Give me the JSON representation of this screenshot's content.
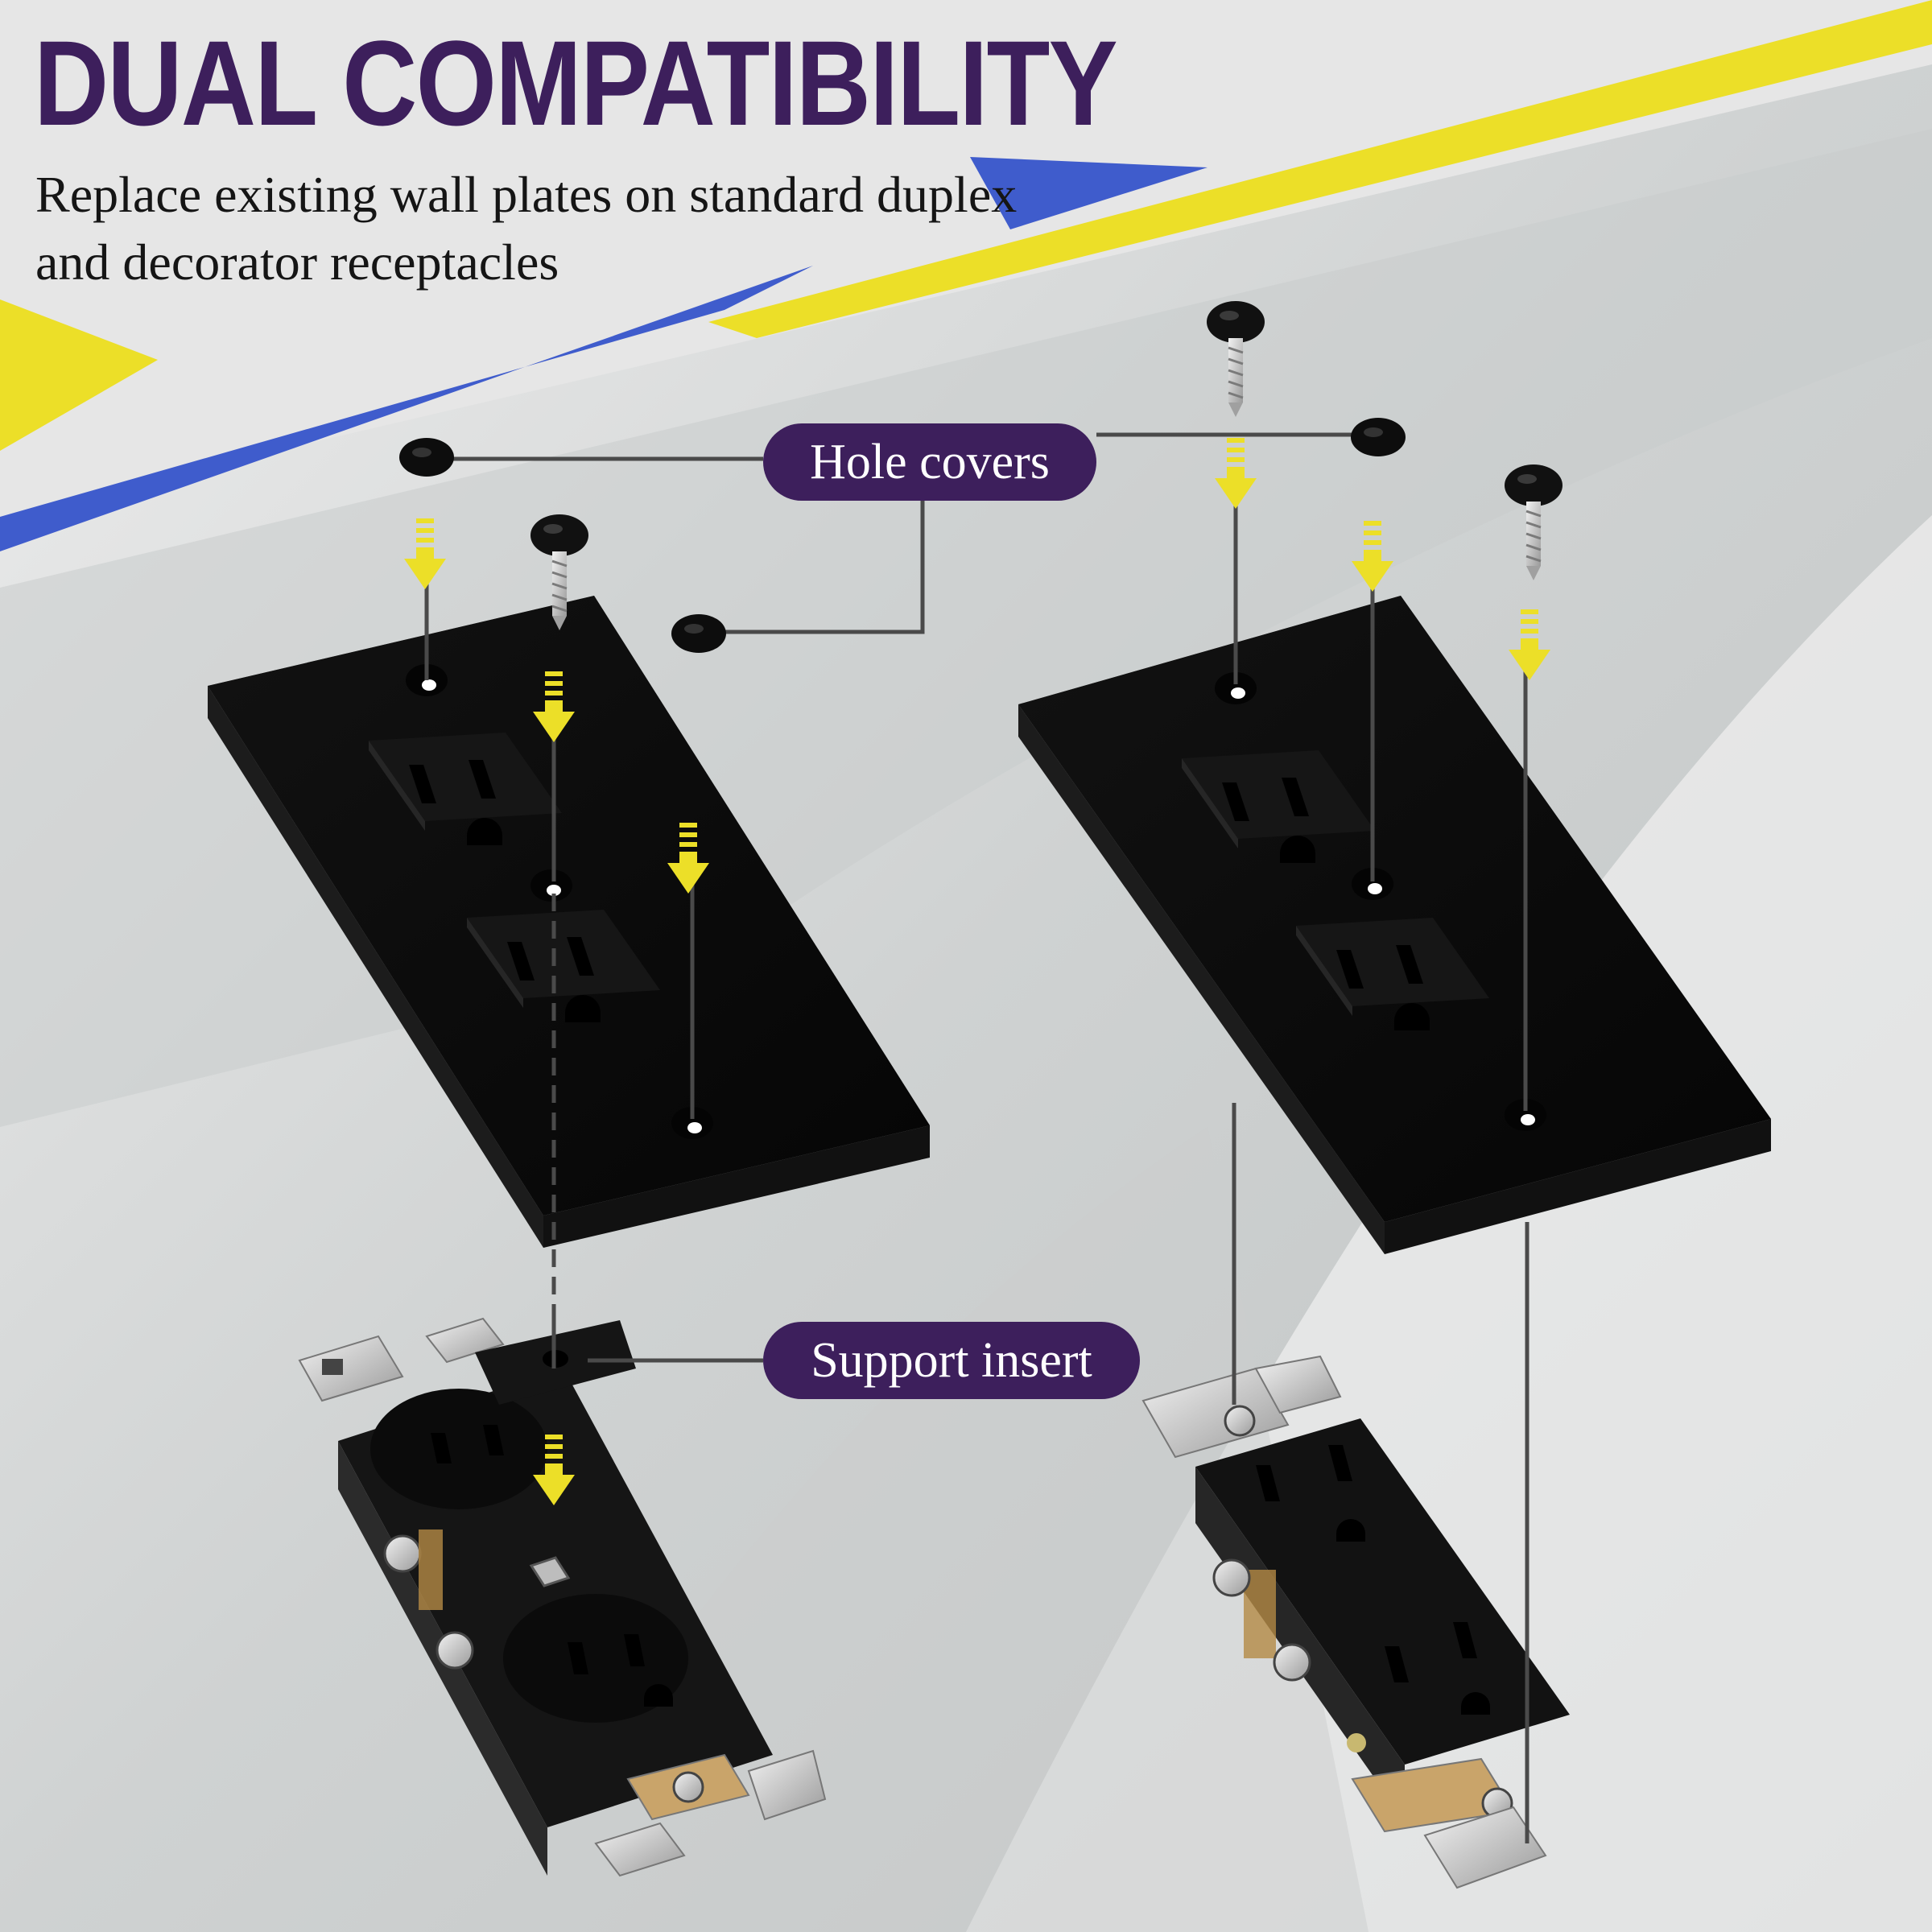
{
  "headline": "DUAL COMPATIBILITY",
  "subheadline": "Replace existing wall plates on standard duplex and decorator receptacles",
  "callouts": {
    "hole_covers": "Hole covers",
    "support_insert": "Support insert"
  },
  "colors": {
    "headline": "#3d1f5c",
    "callout_bg": "#3d1f5c",
    "accent_yellow": "#ecdf28",
    "accent_blue": "#3f5ccc",
    "plate_black": "#0e0e0e"
  }
}
